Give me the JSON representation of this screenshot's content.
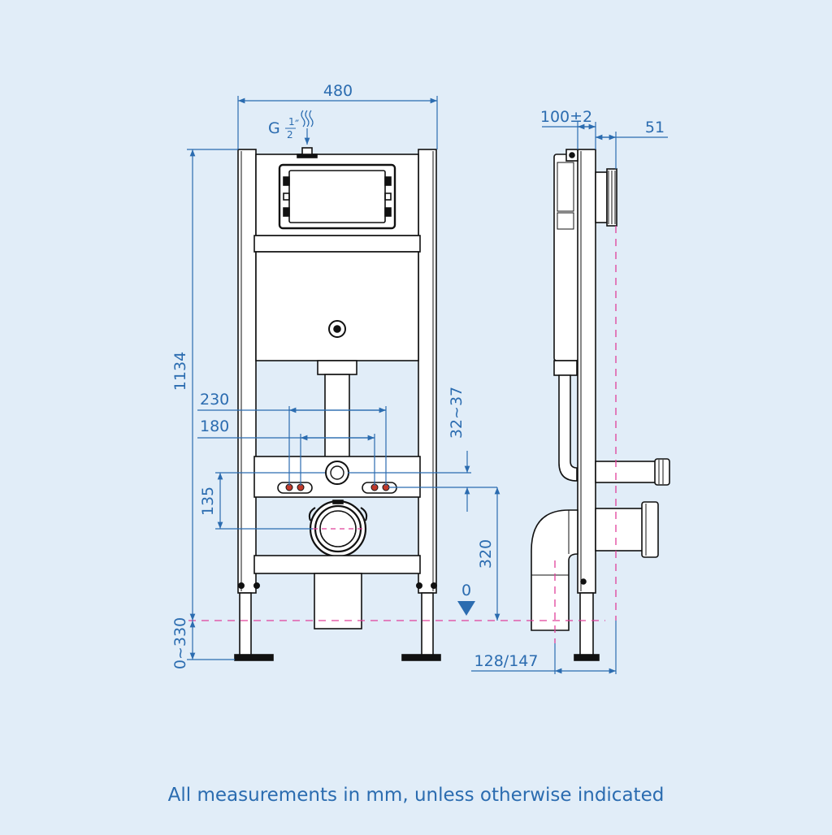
{
  "colors": {
    "background": "#e1edf8",
    "dimension": "#2b6cb0",
    "outline": "#111111",
    "centerline": "#e0409a",
    "fill": "#ffffff"
  },
  "front_view": {
    "width_label": "480",
    "height_label": "1134",
    "inlet_label_g": "G",
    "inlet_label_num": "1",
    "inlet_label_den": "2",
    "inlet_label_inch": "″",
    "bolt_outer_label": "230",
    "bolt_inner_label": "180",
    "bolt_vertical_label": "32~37",
    "waste_height_label": "135",
    "foot_label": "0~330",
    "drain_height_label": "320",
    "zero_label": "0"
  },
  "side_view": {
    "depth_label": "100±2",
    "pipe_label": "51",
    "offset_label": "128/147"
  },
  "footnote": "All measurements in mm, unless otherwise indicated"
}
